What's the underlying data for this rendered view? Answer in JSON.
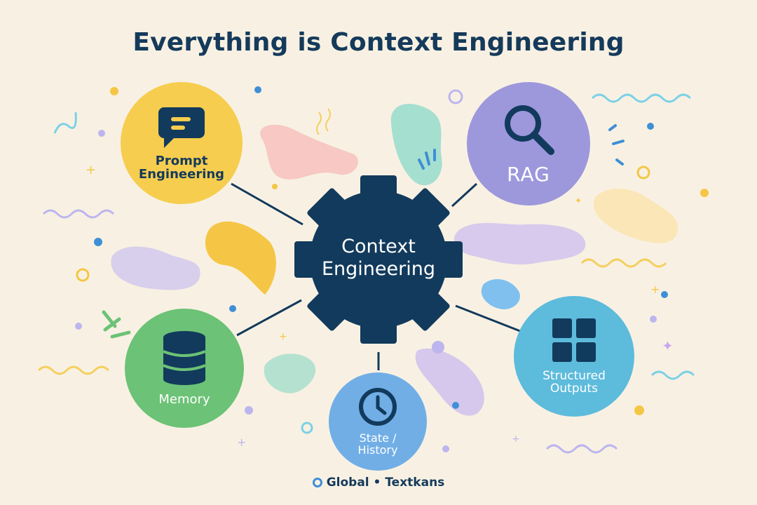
{
  "title": "Everything is Context Engineering",
  "center": {
    "label": "Context\nEngineering",
    "icon": "gear-icon",
    "color": "#123a5c"
  },
  "nodes": {
    "prompt": {
      "label": "Prompt\nEngineering",
      "icon": "chat-bubble-icon",
      "color": "#f6cd4e"
    },
    "rag": {
      "label": "RAG",
      "icon": "magnifier-icon",
      "color": "#9d97dc"
    },
    "memory": {
      "label": "Memory",
      "icon": "database-icon",
      "color": "#6cc276"
    },
    "state": {
      "label": "State /\nHistory",
      "icon": "clock-icon",
      "color": "#71aee6"
    },
    "structured": {
      "label": "Structured\nOutputs",
      "icon": "grid-icon",
      "color": "#5dbbdc"
    }
  },
  "footer": {
    "text": "Global • Textkans",
    "icon": "ring-logo-icon"
  }
}
